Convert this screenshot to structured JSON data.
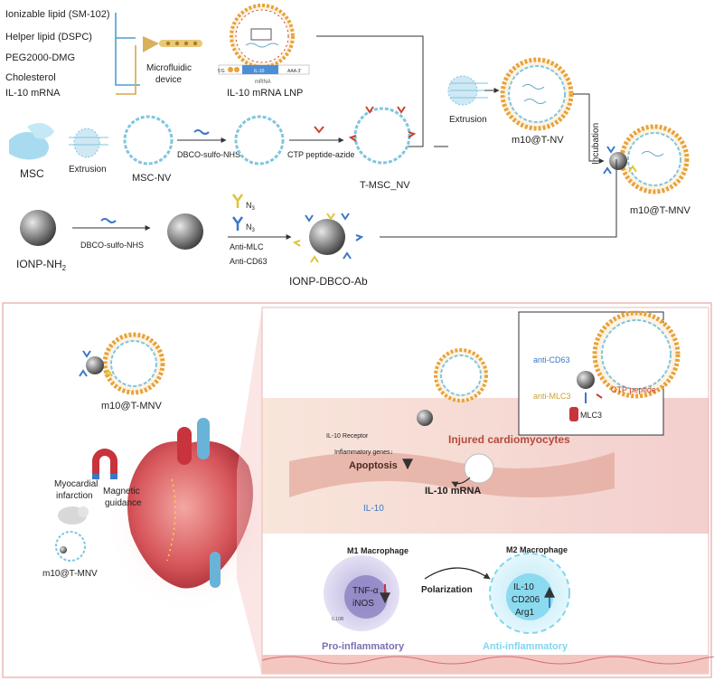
{
  "top": {
    "lipids": [
      "Ionizable lipid (SM-102)",
      "Helper lipid (DSPC)",
      "PEG2000-DMG",
      "Cholesterol",
      "IL-10 mRNA"
    ],
    "microfluidic": [
      "Microfluidic",
      "device"
    ],
    "lnp_label": "IL-10 mRNA LNP",
    "mrna_caption": "mRNA",
    "mrna_seq": [
      "5'G",
      "IL-10",
      "AAA-3'"
    ],
    "extrusion_top": "Extrusion",
    "m10_nv": "m10@T-NV",
    "incubation": "Incubation",
    "msc": "MSC",
    "extrusion_mid": "Extrusion",
    "msc_nv": "MSC-NV",
    "dbco1": "DBCO-sulfo-NHS",
    "ctp": "CTP peptide-azide",
    "tmsc": "T-MSC_NV",
    "m10_mnv": "m10@T-MNV",
    "ionp": "IONP-NH",
    "ionp_sub": "2",
    "dbco2": "DBCO-sulfo-NHS",
    "n3a": "N",
    "n3b": "N",
    "n3sub": "3",
    "anti_mlc": "Anti-MLC",
    "anti_cd63": "Anti-CD63",
    "ionp_ab": "IONP-DBCO-Ab"
  },
  "bottom": {
    "m10_mnv": "m10@T-MNV",
    "myocardial": [
      "Myocardial",
      "infarction"
    ],
    "magnetic": [
      "Magnetic",
      "guidance"
    ],
    "m10_mnv_small": "m10@T-MNV",
    "anti_cd63": "anti-CD63",
    "anti_mlc3": "anti-MLC3",
    "ctp": "CTP peptide",
    "mlc3": "MLC3",
    "il10_receptor": "IL-10 Receptor",
    "inflam_genes": "Inflammatory genes↓",
    "injured": "Injured cardiomyocytes",
    "apoptosis": "Apoptosis",
    "il10_mrna": "IL-10 mRNA",
    "il10": "IL-10",
    "m1": "M1 Macrophage",
    "m2": "M2 Macrophage",
    "tnf": "TNF-α",
    "inos": "iNOS",
    "il10r": "IL10R",
    "polarization": "Polarization",
    "m2_markers": [
      "IL-10",
      "CD206",
      "Arg1"
    ],
    "pro": "Pro-inflammatory",
    "anti": "Anti-inflammatory"
  },
  "colors": {
    "lipid_orange": "#e8a33a",
    "lipid_red": "#c9432f",
    "membrane_blue": "#7fc6de",
    "arrow_dark": "#333333",
    "panel_border": "#e9b9b8",
    "heart_red": "#c8333c",
    "pro_purple": "#8a7fc0",
    "anti_cyan": "#7fd6ee",
    "injured_red": "#b54a3a"
  }
}
